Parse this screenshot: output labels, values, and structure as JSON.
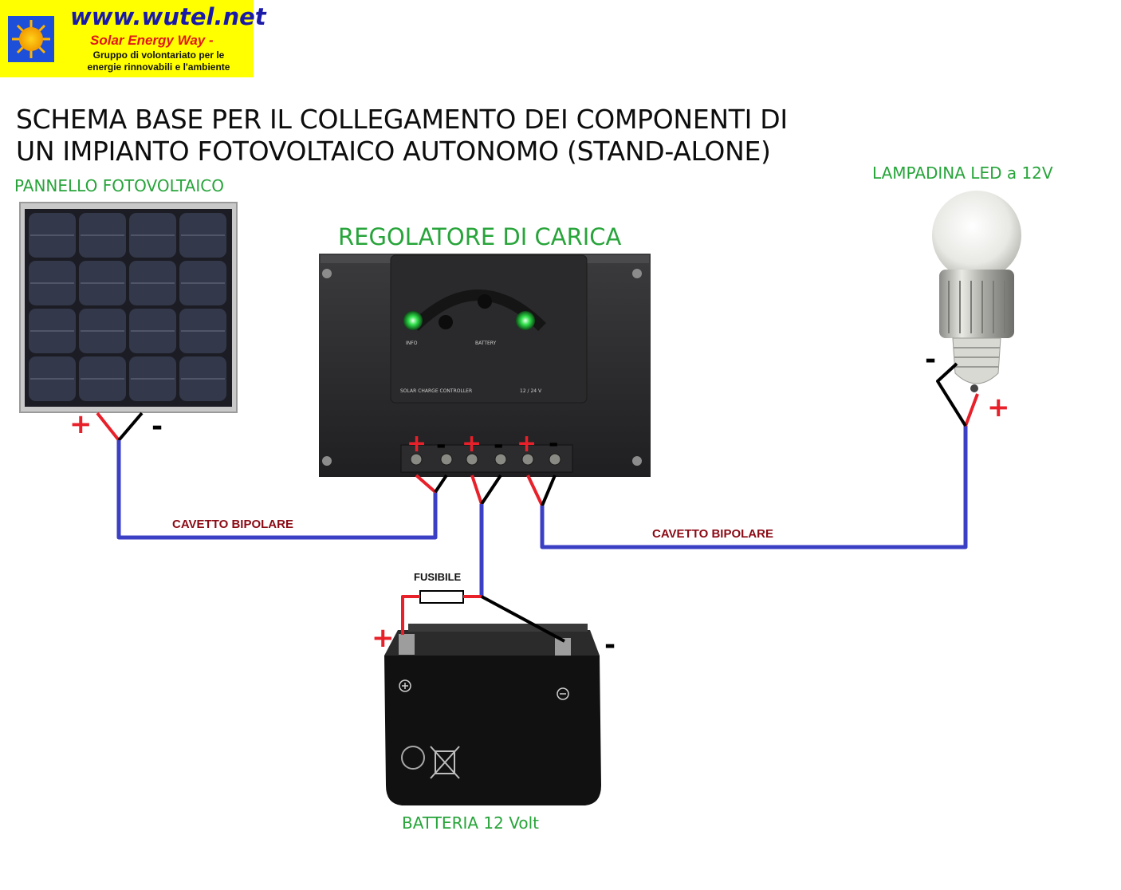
{
  "logo": {
    "url": "www.wutel.net",
    "tagline": "Solar Energy Way -",
    "line1": "Gruppo di volontariato per le",
    "line2": "energie rinnovabili e l'ambiente"
  },
  "title": {
    "line1": "SCHEMA BASE PER IL COLLEGAMENTO DEI COMPONENTI DI",
    "line2": "UN IMPIANTO FOTOVOLTAICO AUTONOMO (STAND-ALONE)"
  },
  "labels": {
    "panel": "PANNELLO FOTOVOLTAICO",
    "controller": "REGOLATORE DI CARICA",
    "led": "LAMPADINA LED a 12V",
    "battery": "BATTERIA 12 Volt",
    "cable_left": "CAVETTO BIPOLARE",
    "cable_right": "CAVETTO BIPOLARE",
    "fuse": "FUSIBILE"
  },
  "controller": {
    "led_left": "INFO",
    "led_right": "BATTERY",
    "model": "SOLAR CHARGE CONTROLLER",
    "rating": "12 / 24 V"
  },
  "polarity": {
    "plus": "+",
    "minus": "-"
  },
  "colors": {
    "positive": "#e8202a",
    "negative": "#000000",
    "cable": "#3b3fc4",
    "label_green": "#27a43a"
  }
}
